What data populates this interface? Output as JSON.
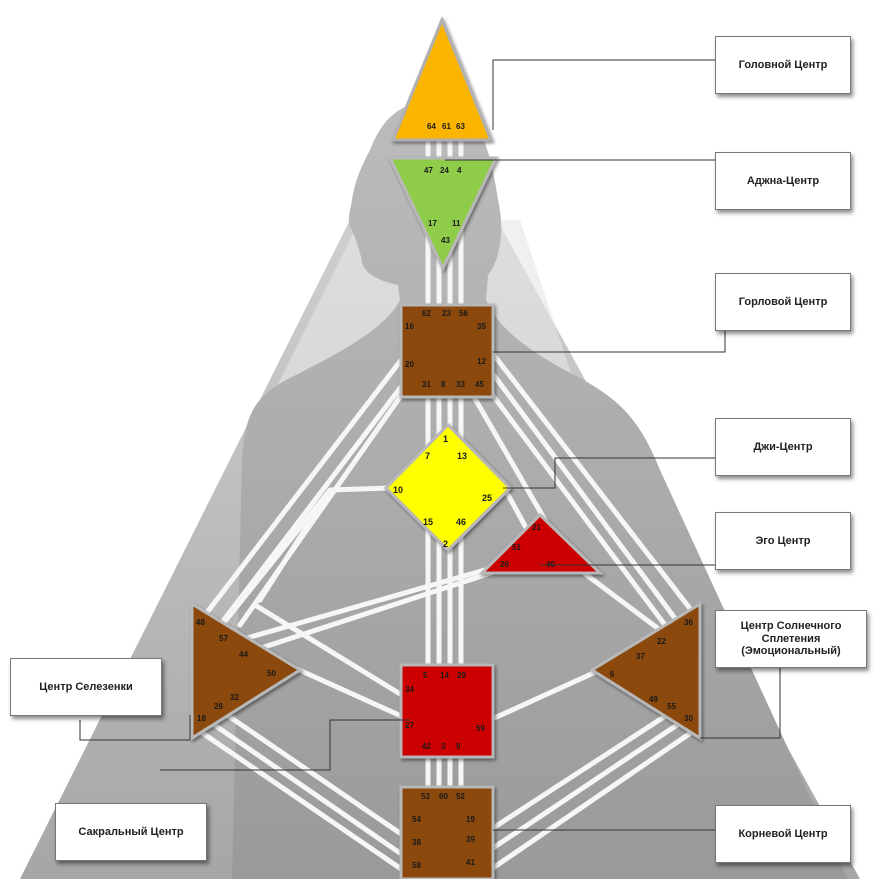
{
  "labels": {
    "head": "Головной Центр",
    "ajna": "Аджна-Центр",
    "throat": "Горловой Центр",
    "g": "Джи-Центр",
    "ego": "Эго Центр",
    "solar": "Центр Солнечного Сплетения (Эмоциональный)",
    "spleen": "Центр Селезенки",
    "sacral": "Сакральный Центр",
    "root": "Корневой Центр"
  },
  "gates": {
    "head": [
      "64",
      "61",
      "63"
    ],
    "ajna": [
      "47",
      "24",
      "4",
      "17",
      "11",
      "43"
    ],
    "throat": [
      "62",
      "23",
      "56",
      "16",
      "35",
      "20",
      "12",
      "31",
      "8",
      "33",
      "45"
    ],
    "g": [
      "1",
      "7",
      "13",
      "10",
      "25",
      "15",
      "46",
      "2"
    ],
    "ego": [
      "21",
      "51",
      "26",
      "40"
    ],
    "spleen": [
      "48",
      "57",
      "44",
      "50",
      "32",
      "28",
      "18"
    ],
    "solar": [
      "36",
      "22",
      "37",
      "6",
      "49",
      "55",
      "30"
    ],
    "sacral": [
      "5",
      "14",
      "29",
      "34",
      "27",
      "59",
      "42",
      "3",
      "9"
    ],
    "root": [
      "53",
      "60",
      "52",
      "54",
      "19",
      "38",
      "39",
      "58",
      "41"
    ]
  },
  "colors": {
    "head": "#fbb500",
    "ajna": "#8fcc4a",
    "throat": "#8b4a0a",
    "g": "#ffff00",
    "ego": "#cc0000",
    "spleen": "#8b4a0a",
    "solar": "#8b4a0a",
    "sacral": "#cc0000",
    "root": "#8b4a0a",
    "silhouette": "#a8a8a8",
    "channel": "#f4f4f4"
  }
}
